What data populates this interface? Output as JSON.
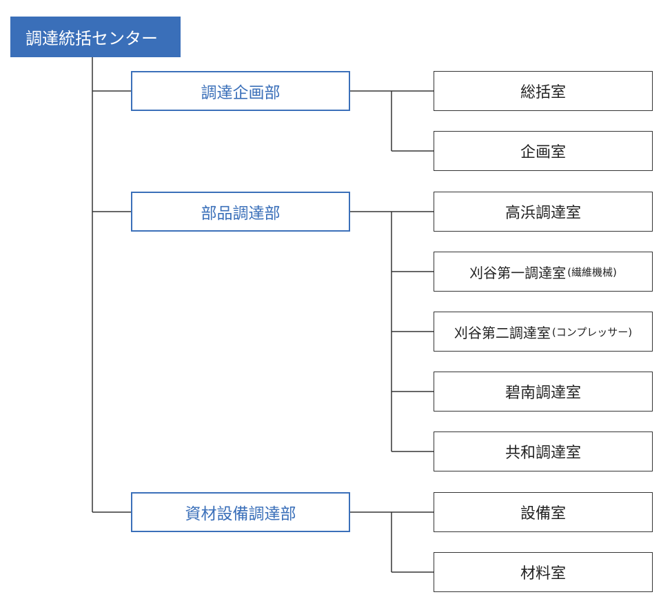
{
  "root": {
    "label": "調達統括センター"
  },
  "departments": [
    {
      "label": "調達企画部",
      "offices": [
        {
          "label": "総括室",
          "sub": ""
        },
        {
          "label": "企画室",
          "sub": ""
        }
      ]
    },
    {
      "label": "部品調達部",
      "offices": [
        {
          "label": "高浜調達室",
          "sub": ""
        },
        {
          "label": "刈谷第一調達室",
          "sub": "(繊維機械)"
        },
        {
          "label": "刈谷第二調達室",
          "sub": "(コンプレッサー)"
        },
        {
          "label": "碧南調達室",
          "sub": ""
        },
        {
          "label": "共和調達室",
          "sub": ""
        }
      ]
    },
    {
      "label": "資材設備調達部",
      "offices": [
        {
          "label": "設備室",
          "sub": ""
        },
        {
          "label": "材料室",
          "sub": ""
        }
      ]
    }
  ],
  "colors": {
    "accent": "#3a6fb9",
    "line": "#333333"
  }
}
